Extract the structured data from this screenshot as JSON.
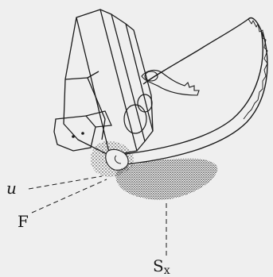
{
  "figure": {
    "background": "#efefef",
    "ink": "#1a1a1a",
    "stipple": "#3a3a3a",
    "labels": {
      "u": "u",
      "F": "F",
      "Sx": "S",
      "Sx_sub": "x"
    }
  }
}
